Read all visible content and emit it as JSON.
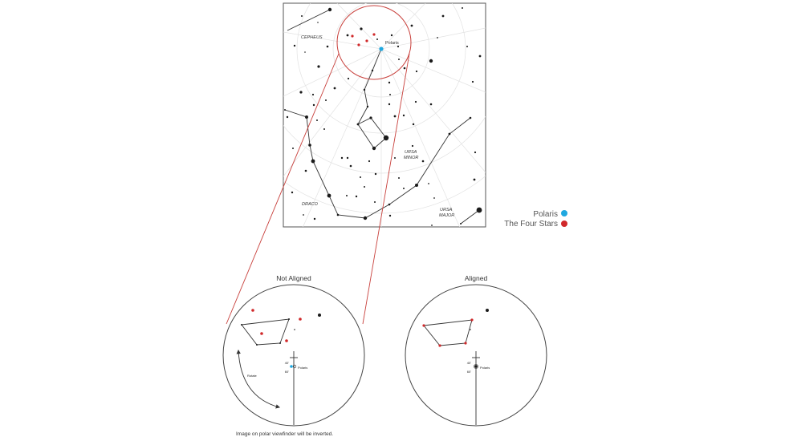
{
  "map": {
    "polaris_label": "Polaris",
    "constellations": {
      "cepheus": "CEPHEUS",
      "ursa_minor_line1": "URSA",
      "ursa_minor_line2": "MINOR",
      "draco": "DRACO",
      "ursa_major_line1": "URSA",
      "ursa_major_line2": "MAJOR"
    }
  },
  "legend": {
    "items": [
      {
        "label": "Polaris",
        "color": "#1fa8e0"
      },
      {
        "label": "The Four Stars",
        "color": "#d0282a"
      }
    ]
  },
  "panels": {
    "not_aligned": {
      "title": "Not Aligned",
      "rotate_label": "Rotate",
      "polaris_label": "Polaris",
      "scale_top": "40'",
      "scale_bottom": "60'"
    },
    "aligned": {
      "title": "Aligned",
      "polaris_label": "Polaris",
      "scale_top": "40'",
      "scale_bottom": "60'"
    }
  },
  "footnote": "Image on polar viewfinder will be inverted.",
  "colors": {
    "polaris": "#1fa8e0",
    "four_stars": "#d0282a",
    "callout": "#c8403c",
    "star": "#1a1a1a",
    "grid": "#e4e4e4"
  }
}
